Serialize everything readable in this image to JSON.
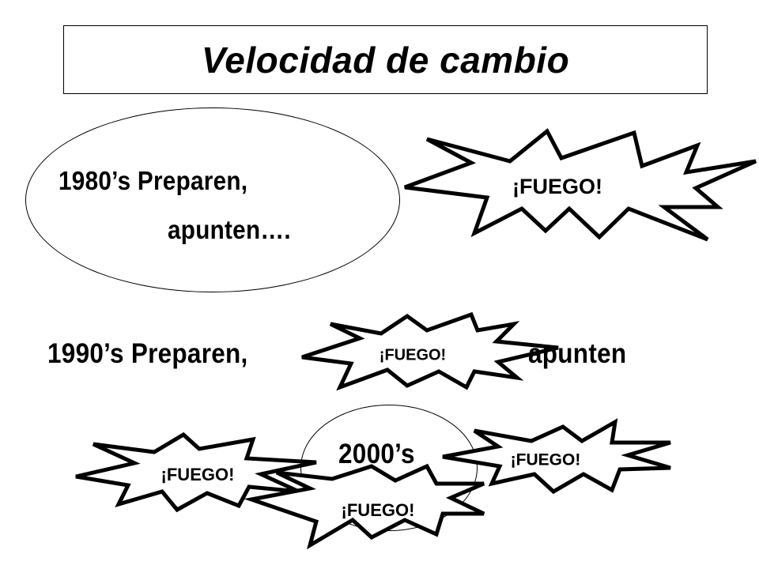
{
  "slide": {
    "title": "Velocidad de cambio",
    "row_1980": {
      "label_line1": "1980’s Preparen,",
      "label_line2": "apunten….",
      "burst": "¡FUEGO!"
    },
    "row_1990": {
      "label_left": "1990’s Preparen,",
      "burst": "¡FUEGO!",
      "label_right": "apunten"
    },
    "row_2000": {
      "label": "2000’s",
      "bursts": [
        "¡FUEGO!",
        "¡FUEGO!",
        "¡FUEGO!"
      ]
    }
  }
}
